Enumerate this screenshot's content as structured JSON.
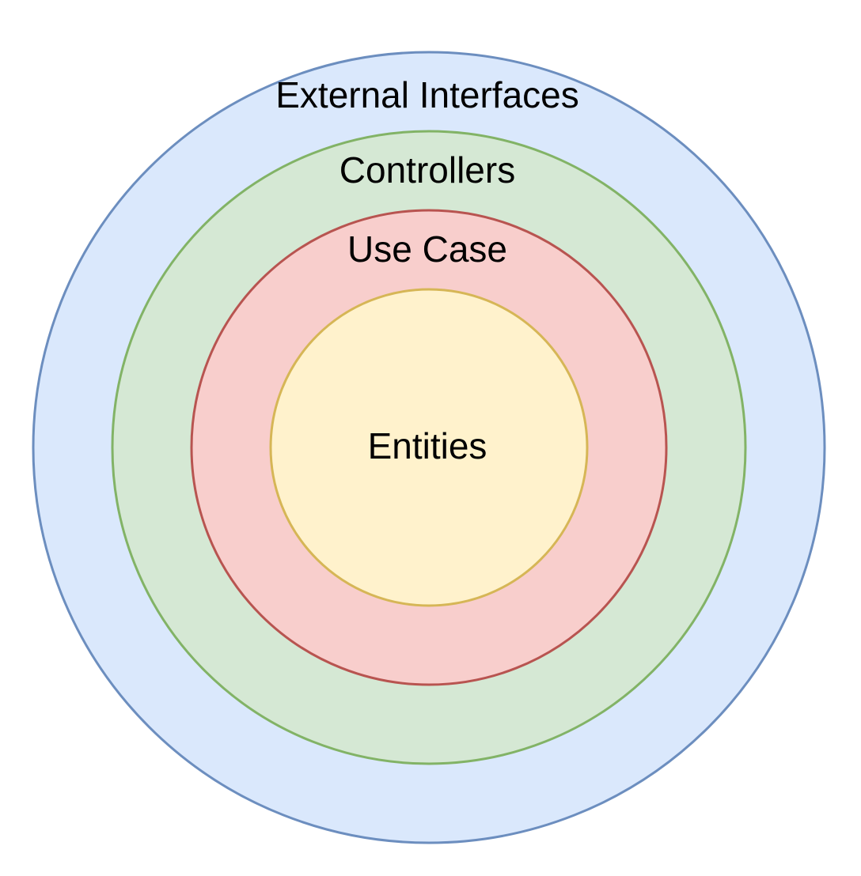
{
  "layers": [
    {
      "label": "External Interfaces",
      "fill": "#dae8fc",
      "stroke": "#6c8ebf"
    },
    {
      "label": "Controllers",
      "fill": "#d5e8d4",
      "stroke": "#82b366"
    },
    {
      "label": "Use Case",
      "fill": "#f8cecc",
      "stroke": "#b85450"
    },
    {
      "label": "Entities",
      "fill": "#fff2cc",
      "stroke": "#d6b656"
    }
  ]
}
